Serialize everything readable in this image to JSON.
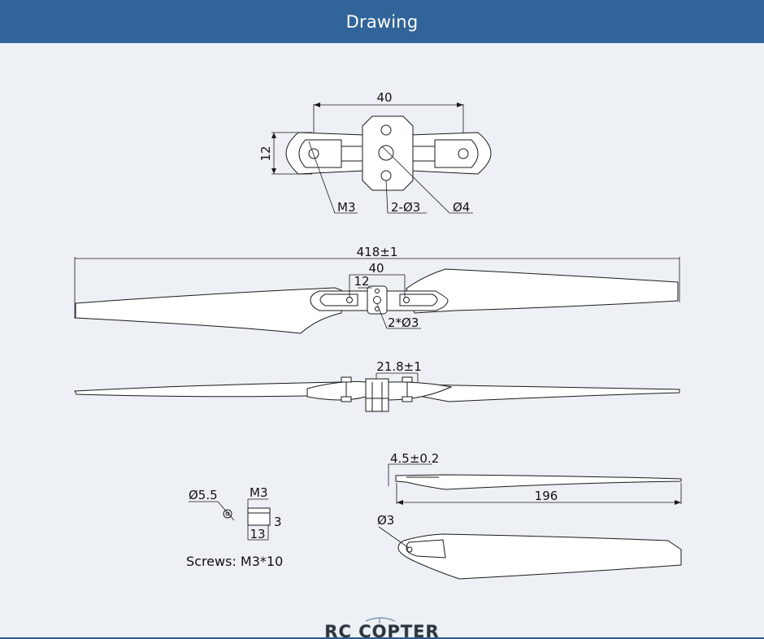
{
  "header": {
    "title": "Drawing"
  },
  "hub_view": {
    "dim_width": "40",
    "dim_height": "12",
    "callout_screw": "M3",
    "callout_holes": "2-Ø3",
    "callout_center": "Ø4"
  },
  "top_view": {
    "dim_total": "418±1",
    "dim_hub": "40",
    "dim_offset": "12",
    "callout_holes": "2*Ø3"
  },
  "side_view": {
    "dim_height": "21.8±1"
  },
  "blade_view": {
    "dim_thickness": "4.5±0.2",
    "dim_length": "196",
    "callout_hole": "Ø3"
  },
  "screw": {
    "washer_dia": "Ø5.5",
    "thread": "M3",
    "head_height": "3",
    "length": "13",
    "caption": "Screws: M3*10"
  },
  "watermark": {
    "text": "RC COPTER"
  }
}
